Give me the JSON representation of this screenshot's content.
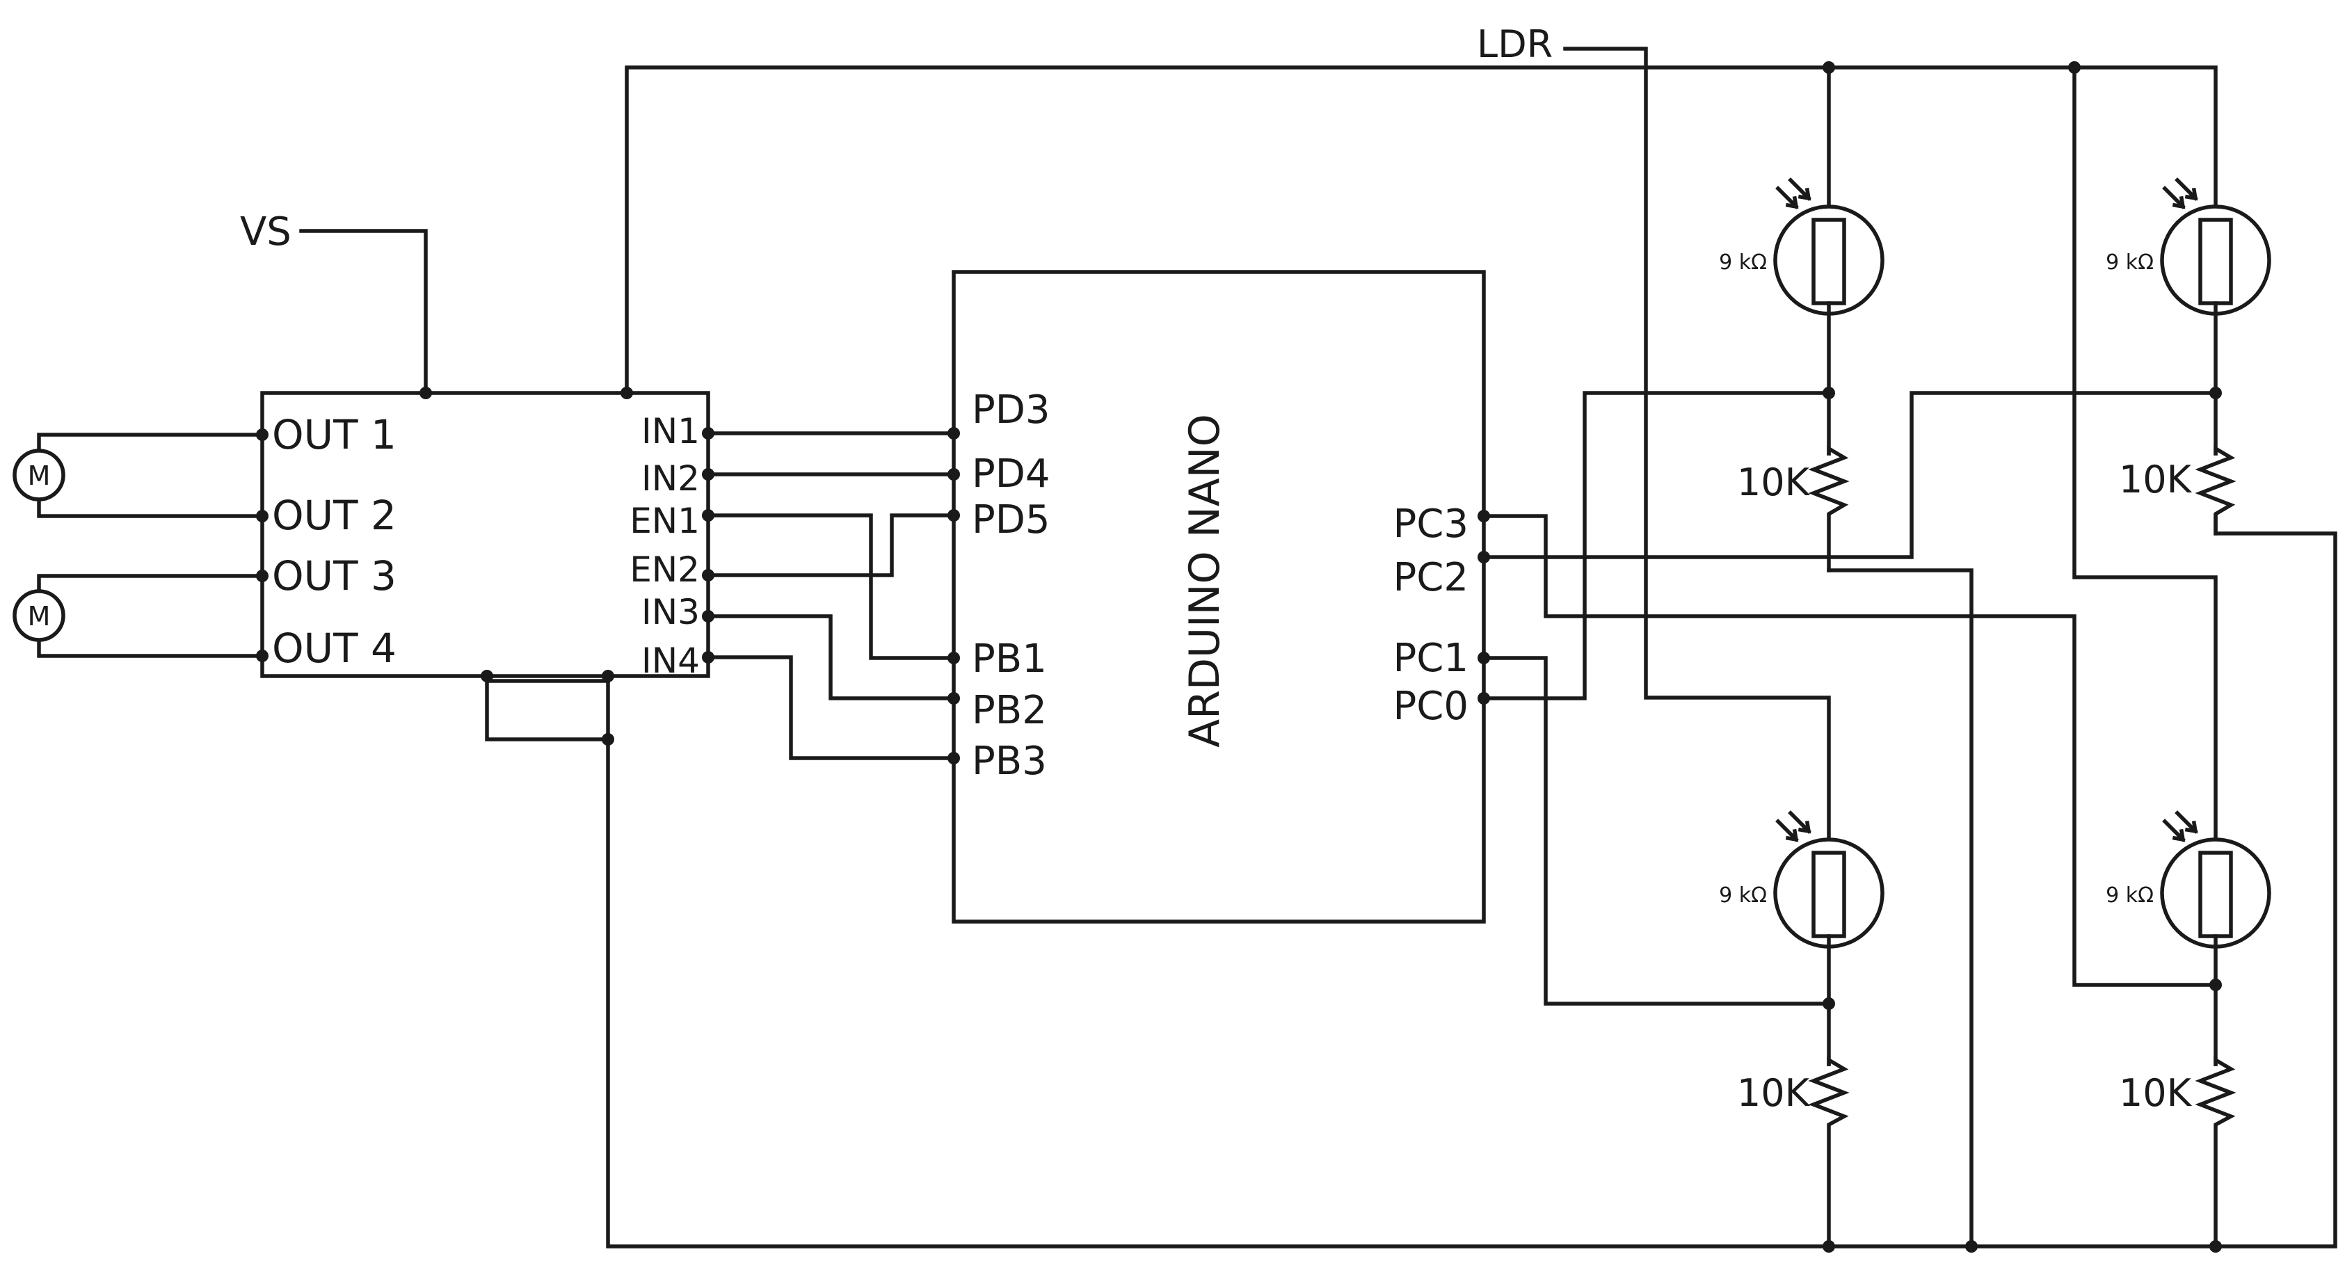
{
  "labels": {
    "vs": "VS",
    "ldr": "LDR",
    "arduino": "ARDUINO NANO",
    "motor": "M",
    "driver_out": [
      "OUT 1",
      "OUT 2",
      "OUT 3",
      "OUT 4"
    ],
    "driver_in": [
      "IN1",
      "IN2",
      "EN1",
      "EN2",
      "IN3",
      "IN4"
    ],
    "arduino_left": [
      "PD3",
      "PD4",
      "PD5",
      "PB1",
      "PB2",
      "PB3"
    ],
    "arduino_right": [
      "PC3",
      "PC2",
      "PC1",
      "PC0"
    ],
    "ldr_value": "9 kΩ",
    "resistor_value": "10K"
  },
  "colors": {
    "ink": "#1a1a1a",
    "background": "#ffffff"
  }
}
